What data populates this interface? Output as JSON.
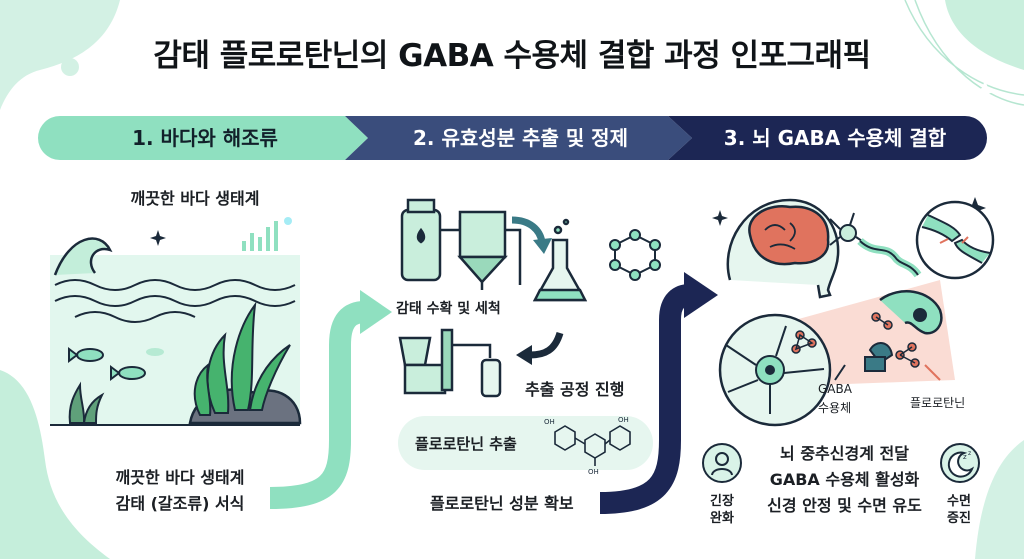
{
  "title": "감태 플로로탄닌의 GABA 수용체 결합 과정 인포그래픽",
  "steps": [
    {
      "label": "1. 바다와 해조류"
    },
    {
      "label": "2. 유효성분 추출 및 정제"
    },
    {
      "label": "3. 뇌 GABA 수용체 결합"
    }
  ],
  "section1": {
    "top_caption": "깨끗한 바다 생태계",
    "bottom_caption_line1": "깨끗한 바다 생태계",
    "bottom_caption_line2": "감태 (갈조류) 서식"
  },
  "section2": {
    "harvest_label": "감태 수확 및 세척",
    "process_label": "추출 공정 진행",
    "extract_label": "플로로탄닌 추출",
    "secure_label": "플로로탄닌 성분 확보"
  },
  "section3": {
    "gaba_label_line1": "GABA",
    "gaba_label_line2": "수용체",
    "phlorotannin_label": "플로로탄닌",
    "effect_line1": "뇌 중추신경계 전달",
    "effect_line2": "GABA 수용체 활성화",
    "effect_line3": "신경 안정 및 수면 유도",
    "left_badge_line1": "긴장",
    "left_badge_line2": "완화",
    "right_badge_line1": "수면",
    "right_badge_line2": "증진"
  },
  "colors": {
    "mint": "#8fe0c0",
    "navy": "#1c2654",
    "dark_outline": "#1b2a3a",
    "brain_red": "#e0735e"
  },
  "icons": [
    "sparkle-icon",
    "wave-icon",
    "fish-icon",
    "seaweed-icon",
    "rock-icon",
    "tank-icon",
    "flask-icon",
    "molecule-icon",
    "brain-icon",
    "neuron-icon",
    "receptor-icon",
    "person-stress-icon",
    "moon-sleep-icon"
  ]
}
